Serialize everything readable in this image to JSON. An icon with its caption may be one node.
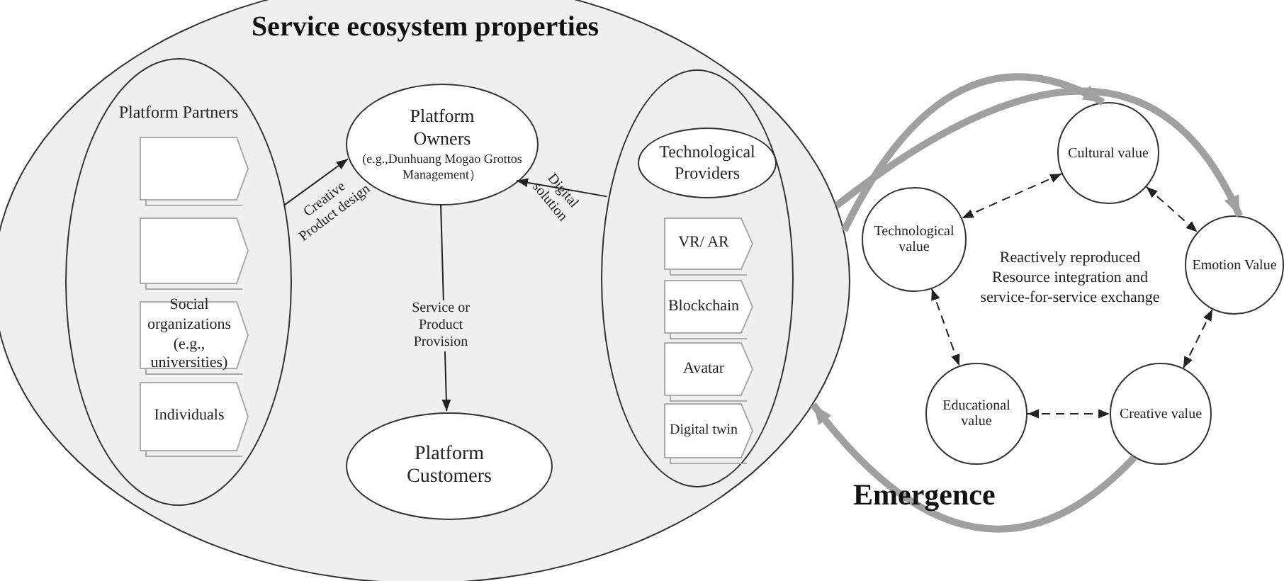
{
  "diagram": {
    "title": "Service ecosystem properties",
    "nodes": [
      {
        "text": [],
        "shape": "ellipse"
      },
      {
        "text": [
          "Platform Partners"
        ],
        "in": 0
      },
      {
        "text": [],
        "shape": "box",
        "in": 1
      },
      {
        "text": [],
        "shape": "box",
        "in": 1
      },
      {
        "text": [
          "Social organizations (e.g., universities)"
        ],
        "in": 1
      },
      {
        "text": [
          "Individuals"
        ],
        "in": 1
      },
      {
        "text": [
          "Platform Owners",
          "(e.g.,Dunhuang Mogao Grottos Management）"
        ],
        "in": 0
      },
      {
        "text": [
          "Platform Customers"
        ],
        "in": 0
      },
      {
        "text": [],
        "shape": "ellipse",
        "in": 0
      },
      {
        "text": [
          "Technological Providers"
        ],
        "in": 8
      },
      {
        "text": [
          "VR/ AR"
        ],
        "in": 8
      },
      {
        "text": [
          "Blockchain"
        ],
        "in": 8
      },
      {
        "text": [
          "Avatar"
        ],
        "in": 8
      },
      {
        "text": [
          "Digital twin"
        ],
        "in": 8
      },
      {
        "text": [
          "Cultural value"
        ]
      },
      {
        "text": [
          "Technological value"
        ]
      },
      {
        "text": [
          "Emotion Value"
        ]
      },
      {
        "text": [
          "Educational value"
        ]
      },
      {
        "text": [
          "Creative value"
        ]
      }
    ],
    "edges": [
      {
        "from": 1,
        "to": 6,
        "arrow": "to",
        "label": "Creative Product design"
      },
      {
        "from": 6,
        "to": 7,
        "arrow": "to",
        "label": "Service or Product Provision"
      },
      {
        "from": 8,
        "to": 6,
        "arrow": "to",
        "label": "Digital solution"
      },
      {
        "from": 14,
        "to": 15,
        "arrow": "both",
        "style": "dashed"
      },
      {
        "from": 14,
        "to": 16,
        "arrow": "both",
        "style": "dashed"
      },
      {
        "from": 15,
        "to": 17,
        "arrow": "both",
        "style": "dashed"
      },
      {
        "from": 17,
        "to": 18,
        "arrow": "both",
        "style": "dashed"
      },
      {
        "from": 18,
        "to": 16,
        "arrow": "both",
        "style": "dashed"
      },
      {
        "from": 0,
        "to": 14,
        "arrow": "to",
        "style": "thick",
        "color": "#a0a0a0"
      },
      {
        "from": 0,
        "to": 16,
        "arrow": "to",
        "style": "thick",
        "color": "#a0a0a0"
      },
      {
        "from": 18,
        "to": 0,
        "arrow": "to",
        "style": "thick",
        "color": "#a0a0a0"
      }
    ],
    "labels": [
      "Reactively reproduced Resource integration and service-for-service exchange",
      "Emergence"
    ]
  }
}
